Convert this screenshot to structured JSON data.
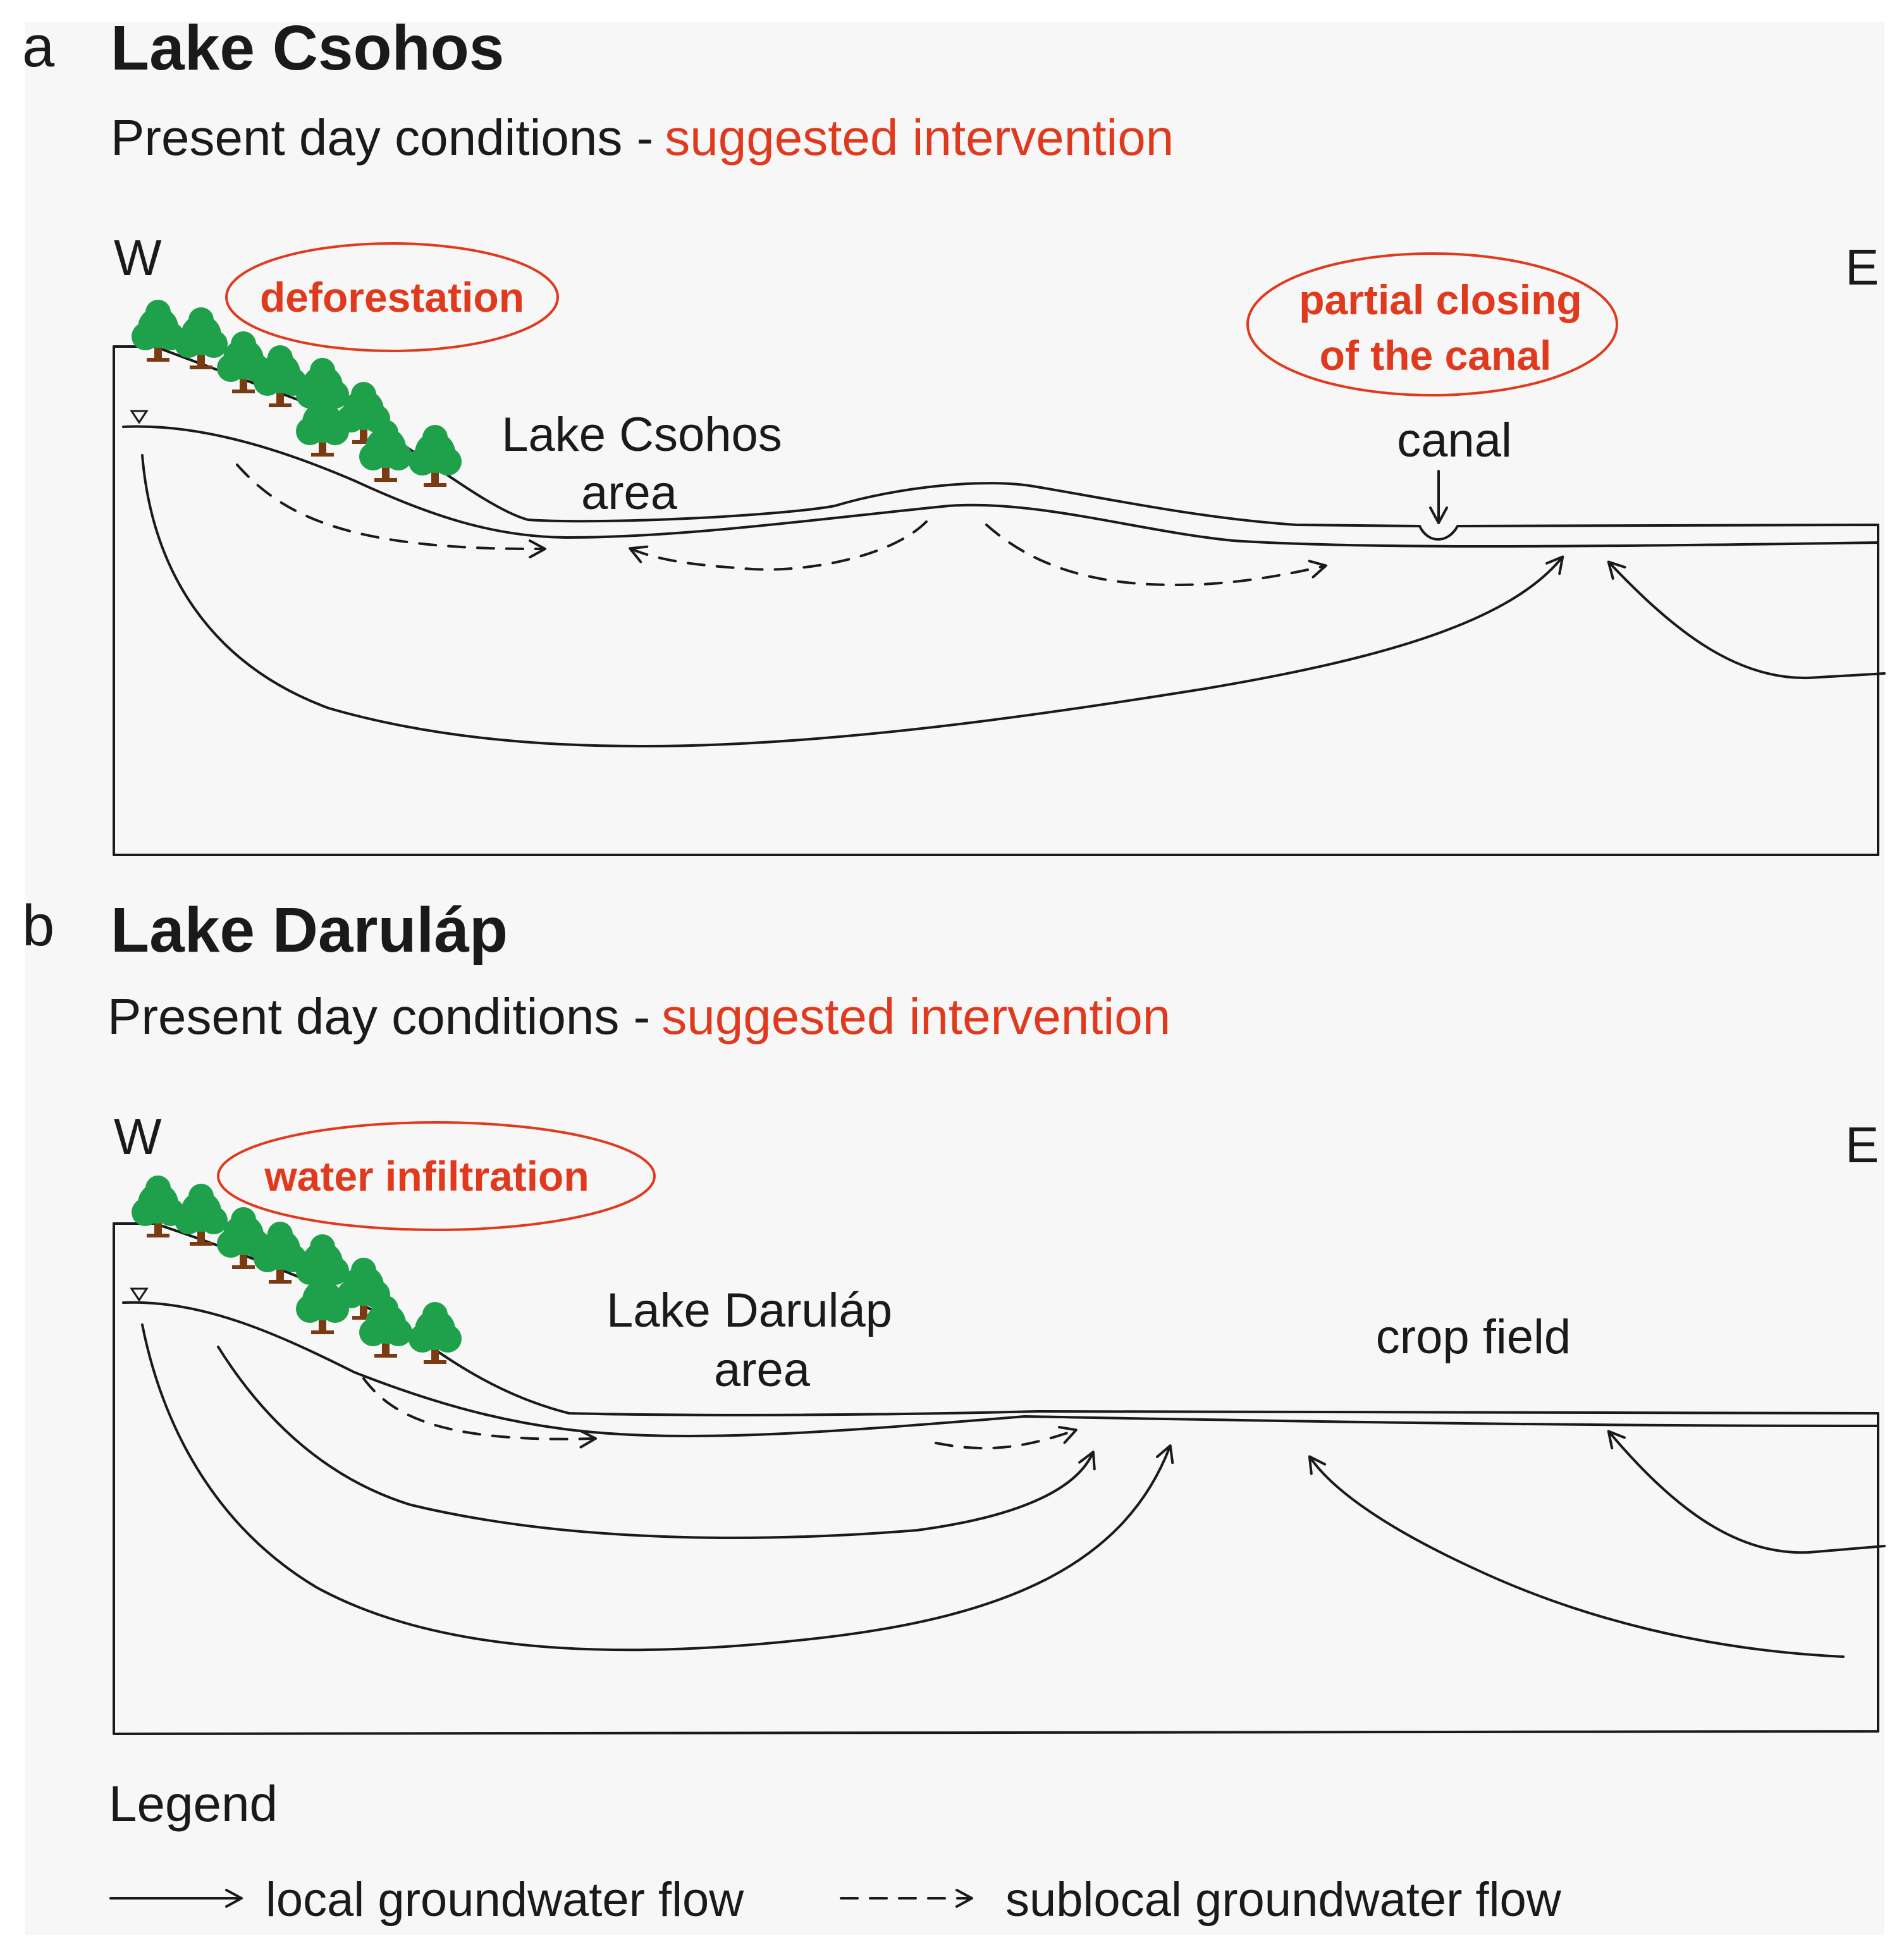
{
  "panel_a": {
    "letter": "a",
    "title": "Lake Csohos",
    "subtitle_prefix": "Present day conditions -",
    "subtitle_highlight": "suggested intervention",
    "west_label": "W",
    "east_label": "E",
    "intervention_1": "deforestation",
    "intervention_2_line1": "partial closing",
    "intervention_2_line2": "of the canal",
    "area_line1": "Lake Csohos",
    "area_line2": "area",
    "canal_label": "canal"
  },
  "panel_b": {
    "letter": "b",
    "title": "Lake Daruláp",
    "subtitle_prefix": "Present day conditions -",
    "subtitle_highlight": "suggested intervention",
    "west_label": "W",
    "east_label": "E",
    "intervention_1": "water infiltration",
    "area_line1": "Lake Daruláp",
    "area_line2": "area",
    "field_label": "crop field"
  },
  "legend": {
    "title": "Legend",
    "local": "local groundwater flow",
    "sublocal": "sublocal groundwater flow"
  },
  "colors": {
    "accent": "#e03a1e",
    "tree_crown": "#1fa04a",
    "tree_trunk": "#7a3b12",
    "line": "#1a1a1a"
  }
}
